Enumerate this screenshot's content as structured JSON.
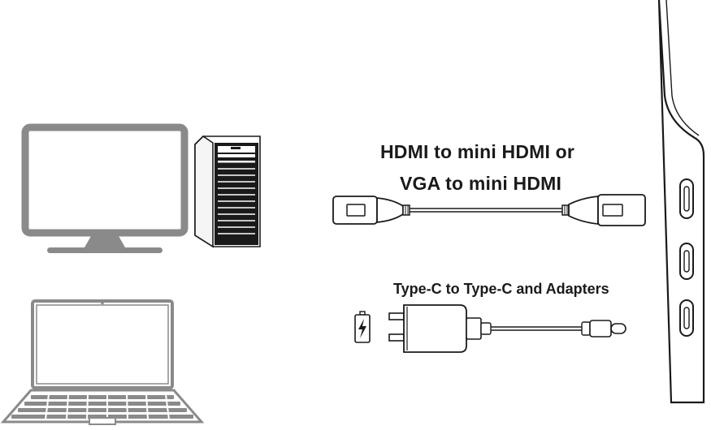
{
  "labels": {
    "hdmi_line_1": "HDMI to mini HDMI or",
    "hdmi_line_2": "VGA to mini HDMI",
    "typec": "Type-C to Type-C and Adapters"
  },
  "colors": {
    "device_gray": "#8a8a8a",
    "line_dark": "#1a1a1a",
    "background": "#ffffff"
  },
  "icons": {
    "desktop": "desktop-monitor-icon",
    "tower": "pc-tower-icon",
    "laptop": "laptop-icon",
    "cable_hdmi": "hdmi-cable-icon",
    "power_adapter": "power-adapter-icon",
    "battery": "battery-charging-icon",
    "portable_monitor": "portable-monitor-side-icon"
  }
}
